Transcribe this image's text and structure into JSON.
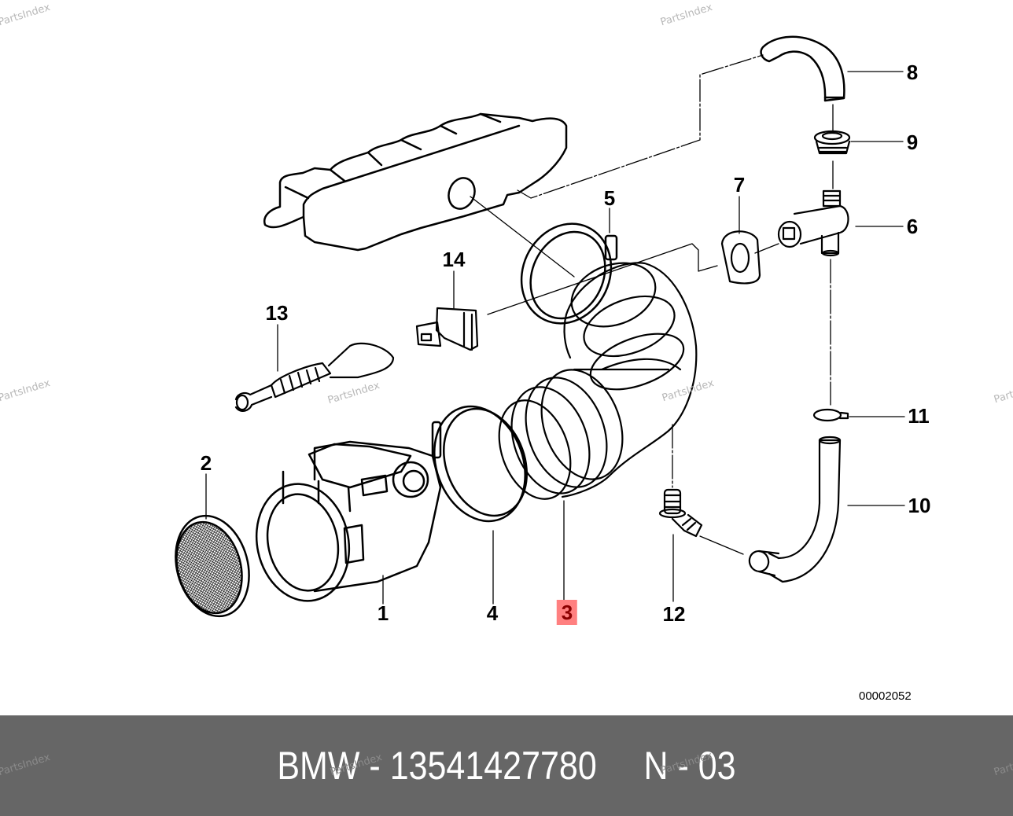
{
  "diagram": {
    "title": "BMW intake air duct / mass air flow sensor exploded view",
    "highlight_color": "#ff8080",
    "highlight_text_color": "#8b0000",
    "line_color": "#000000",
    "callouts": [
      {
        "id": "1",
        "label": "1",
        "highlighted": false
      },
      {
        "id": "2",
        "label": "2",
        "highlighted": false
      },
      {
        "id": "3",
        "label": "3",
        "highlighted": true
      },
      {
        "id": "4",
        "label": "4",
        "highlighted": false
      },
      {
        "id": "5",
        "label": "5",
        "highlighted": false
      },
      {
        "id": "6",
        "label": "6",
        "highlighted": false
      },
      {
        "id": "7",
        "label": "7",
        "highlighted": false
      },
      {
        "id": "8",
        "label": "8",
        "highlighted": false
      },
      {
        "id": "9",
        "label": "9",
        "highlighted": false
      },
      {
        "id": "10",
        "label": "10",
        "highlighted": false
      },
      {
        "id": "11",
        "label": "11",
        "highlighted": false
      },
      {
        "id": "12",
        "label": "12",
        "highlighted": false
      },
      {
        "id": "13",
        "label": "13",
        "highlighted": false
      },
      {
        "id": "14",
        "label": "14",
        "highlighted": false
      }
    ],
    "diagram_code": "00002052",
    "watermark": "PartsIndex"
  },
  "footer": {
    "brand": "BMW",
    "separator": " - ",
    "part_number": "13541427780",
    "position_label": "N - 03",
    "background": "#666666",
    "text_color": "#ffffff"
  }
}
